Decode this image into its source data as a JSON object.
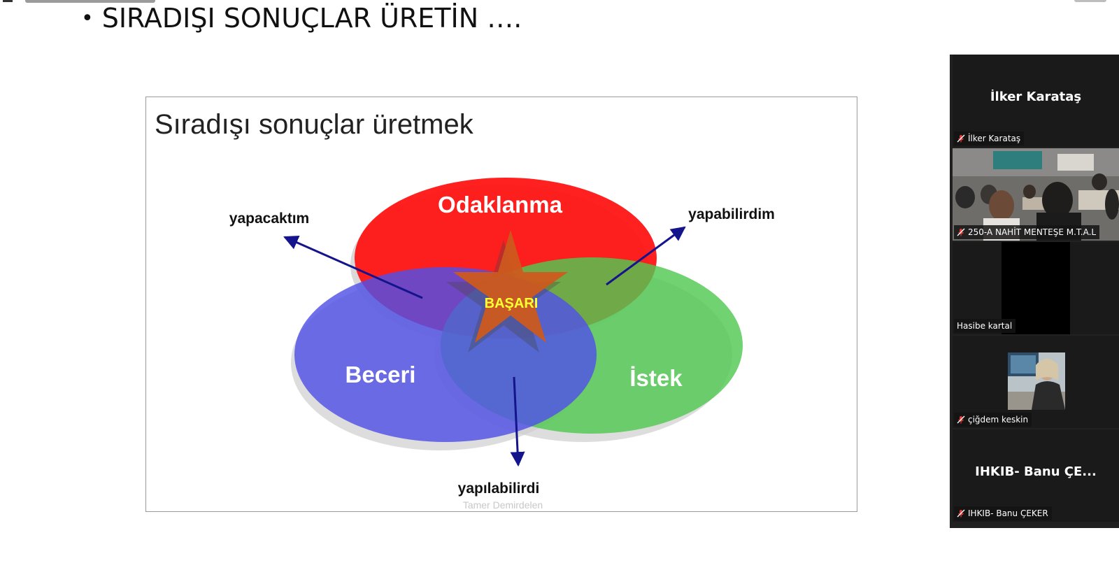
{
  "slide": {
    "heading": "SIRADIŞI SONUÇLAR ÜRETİN …."
  },
  "figure": {
    "title": "Sıradışı sonuçlar üretmek",
    "center_label": "BAŞARI",
    "circles": {
      "top": "Odaklanma",
      "left": "Beceri",
      "right": "İstek"
    },
    "arrow_labels": {
      "top_left": "yapacaktım",
      "top_right": "yapabilirdim",
      "bottom": "yapılabilirdi"
    },
    "watermark": "Tamer Demirdelen",
    "colors": {
      "top_circle": "#ff1414",
      "left_circle": "#5050e6",
      "right_circle": "#50c850",
      "star": "#cc5a1e",
      "star_text": "#ffff32",
      "arrow": "#14148c"
    }
  },
  "participants_panel": {
    "tiles": [
      {
        "display_name": "İlker Karataş",
        "label": "İlker Karataş",
        "muted": true,
        "video": "off"
      },
      {
        "display_name": "",
        "label": "250-A NAHİT MENTEŞE M.T.A.L",
        "muted": true,
        "video": "classroom"
      },
      {
        "display_name": "",
        "label": "Hasibe kartal",
        "muted": false,
        "video": "black"
      },
      {
        "display_name": "",
        "label": "çiğdem keskin",
        "muted": true,
        "video": "small-person"
      },
      {
        "display_name": "IHKIB- Banu ÇE...",
        "label": "IHKIB- Banu ÇEKER",
        "muted": true,
        "video": "off"
      }
    ],
    "mute_icon_color": "#e53935"
  }
}
